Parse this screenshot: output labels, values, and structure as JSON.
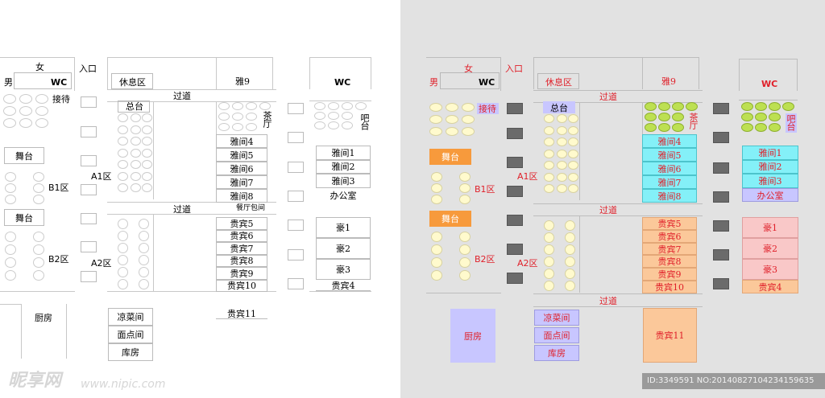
{
  "labels": {
    "female": "女",
    "male": "男",
    "wc": "WC",
    "entrance": "入口",
    "lounge": "休息区",
    "front_desk": "总台",
    "reception": "接待",
    "corridor": "过道",
    "stage": "舞台",
    "zone_a1": "A1区",
    "zone_a2": "A2区",
    "zone_b1": "B1区",
    "zone_b2": "B2区",
    "tea_hall": "茶厅",
    "bar": "吧台",
    "office": "办公室",
    "kitchen": "厨房",
    "cold_dish": "凉菜间",
    "pastry": "面点间",
    "storage": "库房",
    "restaurant_private": "餐厅包间"
  },
  "rooms": {
    "ya9": "雅9",
    "ya_mid": [
      "雅间4",
      "雅间5",
      "雅间6",
      "雅间7",
      "雅间8"
    ],
    "ya_right": [
      "雅间1",
      "雅间2",
      "雅间3"
    ],
    "vip_mid": [
      "贵宾5",
      "贵宾6",
      "贵宾7",
      "贵宾8",
      "贵宾9",
      "贵宾10"
    ],
    "hao": [
      "豪1",
      "豪2",
      "豪3"
    ],
    "vip4": "贵宾4",
    "vip11": "贵宾11"
  },
  "watermark": {
    "brand": "昵享网",
    "url": "www.nipic.com",
    "id": "ID:3349591 NO:20140827104234159635"
  },
  "colors": {
    "seat_yellow": "#fffacd",
    "seat_green": "#bde052",
    "stage_orange": "#f79a3c",
    "ya_cyan": "#84f0f8",
    "vip_peach": "#fbc89a",
    "hao_pink": "#f9c8c8",
    "lavender": "#c8c6ff",
    "block_gray": "#6b6b6b",
    "label_red": "#e0202a"
  }
}
